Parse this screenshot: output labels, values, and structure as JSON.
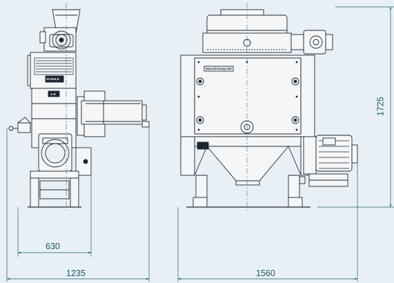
{
  "dimensions": {
    "height": "1725",
    "side_footprint": "630",
    "side_width": "1235",
    "front_width": "1560"
  },
  "labels": {
    "brand": "SCHULE",
    "side_plate": "A-8",
    "model_plate": "Maschinentyp MS"
  },
  "colors": {
    "background": "#e8f0f6",
    "line": "#1c2630",
    "dimension": "#1b5a63",
    "centerline": "#4a6a78"
  }
}
